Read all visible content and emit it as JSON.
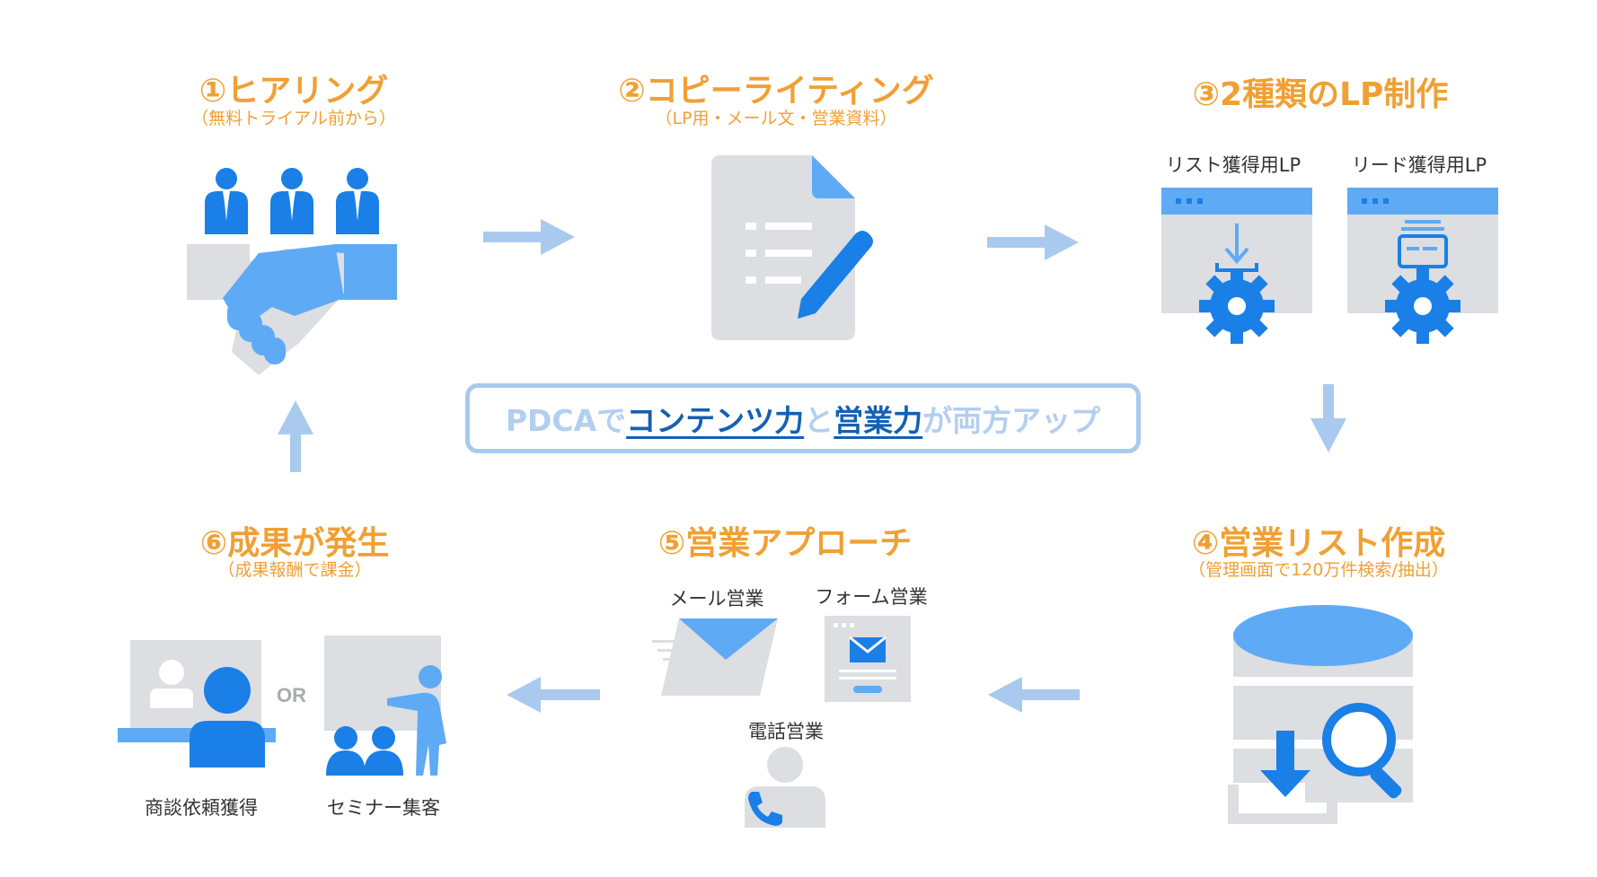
{
  "steps": {
    "s1": {
      "title": "①ヒアリング",
      "sub": "（無料トライアル前から）"
    },
    "s2": {
      "title": "②コピーライティング",
      "sub": "（LP用・メール文・営業資料）"
    },
    "s3": {
      "title": "③2種類のLP制作",
      "lp1": "リスト獲得用LP",
      "lp2": "リード獲得用LP"
    },
    "s4": {
      "title": "④営業リスト作成",
      "sub": "（管理画面で120万件検索/抽出）"
    },
    "s5": {
      "title": "⑤営業アプローチ",
      "mail": "メール営業",
      "form": "フォーム営業",
      "phone": "電話営業"
    },
    "s6": {
      "title": "⑥成果が発生",
      "sub": "（成果報酬で課金）",
      "left": "商談依頼獲得",
      "or": "OR",
      "right": "セミナー集客"
    }
  },
  "center": {
    "prefix": "PDCAで",
    "hl1": "コンテンツ力",
    "mid": "と",
    "hl2": "営業力",
    "suffix": "が両方アップ"
  },
  "colors": {
    "accent_orange": "#f0a033",
    "icon_blue": "#1a7fe6",
    "light_blue": "#5eaaf5",
    "arrow_blue": "#a9caee",
    "gray": "#dcdee2",
    "dark_text": "#333333"
  },
  "icons": [
    "people-icon",
    "handshake-icon",
    "document-pencil-icon",
    "browser-download-gear-icon",
    "browser-card-gear-icon",
    "database-search-icon",
    "envelope-icon",
    "form-icon",
    "phone-person-icon",
    "video-call-icon",
    "presentation-icon"
  ]
}
